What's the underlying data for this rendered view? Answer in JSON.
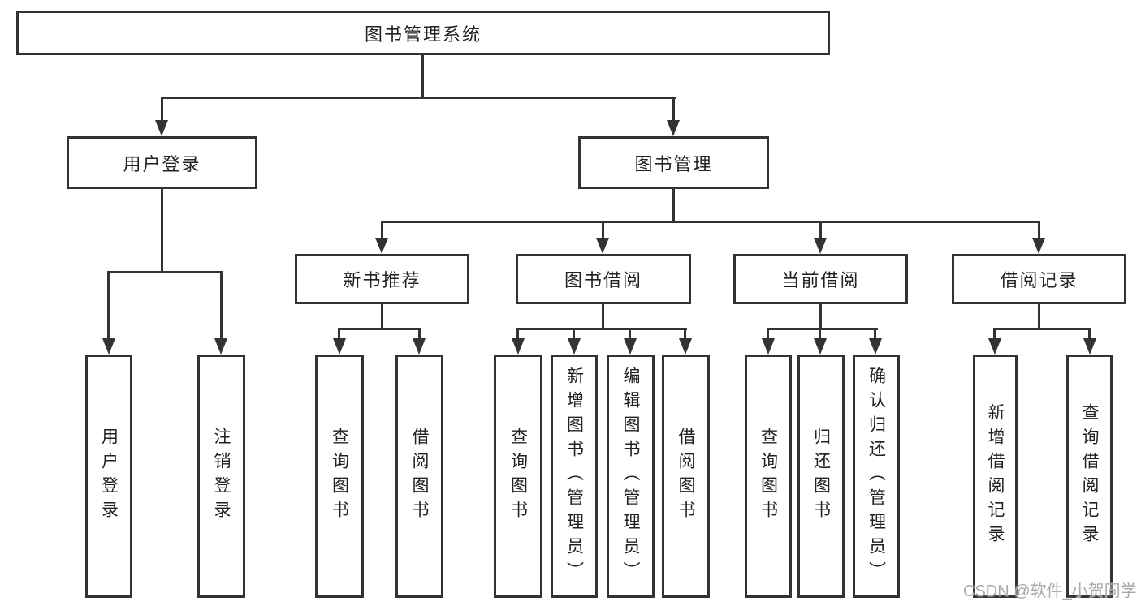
{
  "nodes": {
    "root": {
      "label": "图书管理系统"
    },
    "user_login": {
      "label": "用户登录"
    },
    "book_mgmt": {
      "label": "图书管理"
    },
    "login": {
      "label": "用户登录"
    },
    "logout": {
      "label": "注销登录"
    },
    "new_rec": {
      "label": "新书推荐"
    },
    "borrow_mod": {
      "label": "图书借阅"
    },
    "current_mod": {
      "label": "当前借阅"
    },
    "records_mod": {
      "label": "借阅记录"
    },
    "rec_query": {
      "label": "查询图书"
    },
    "rec_borrow": {
      "label": "借阅图书"
    },
    "bb_query": {
      "label": "查询图书"
    },
    "bb_add": {
      "label": "新增图书（管理员）"
    },
    "bb_edit": {
      "label": "编辑图书（管理员）"
    },
    "bb_borrow": {
      "label": "借阅图书"
    },
    "cb_query": {
      "label": "查询图书"
    },
    "cb_return": {
      "label": "归还图书"
    },
    "cb_confirm": {
      "label": "确认归还（管理员）"
    },
    "br_add": {
      "label": "新增借阅记录"
    },
    "br_query": {
      "label": "查询借阅记录"
    }
  },
  "watermark": {
    "text": "CSDN @软件_小贺同学"
  },
  "colors": {
    "line": "#333333",
    "text": "#222222",
    "wm": "#a9a9a9",
    "bg": "#ffffff"
  }
}
